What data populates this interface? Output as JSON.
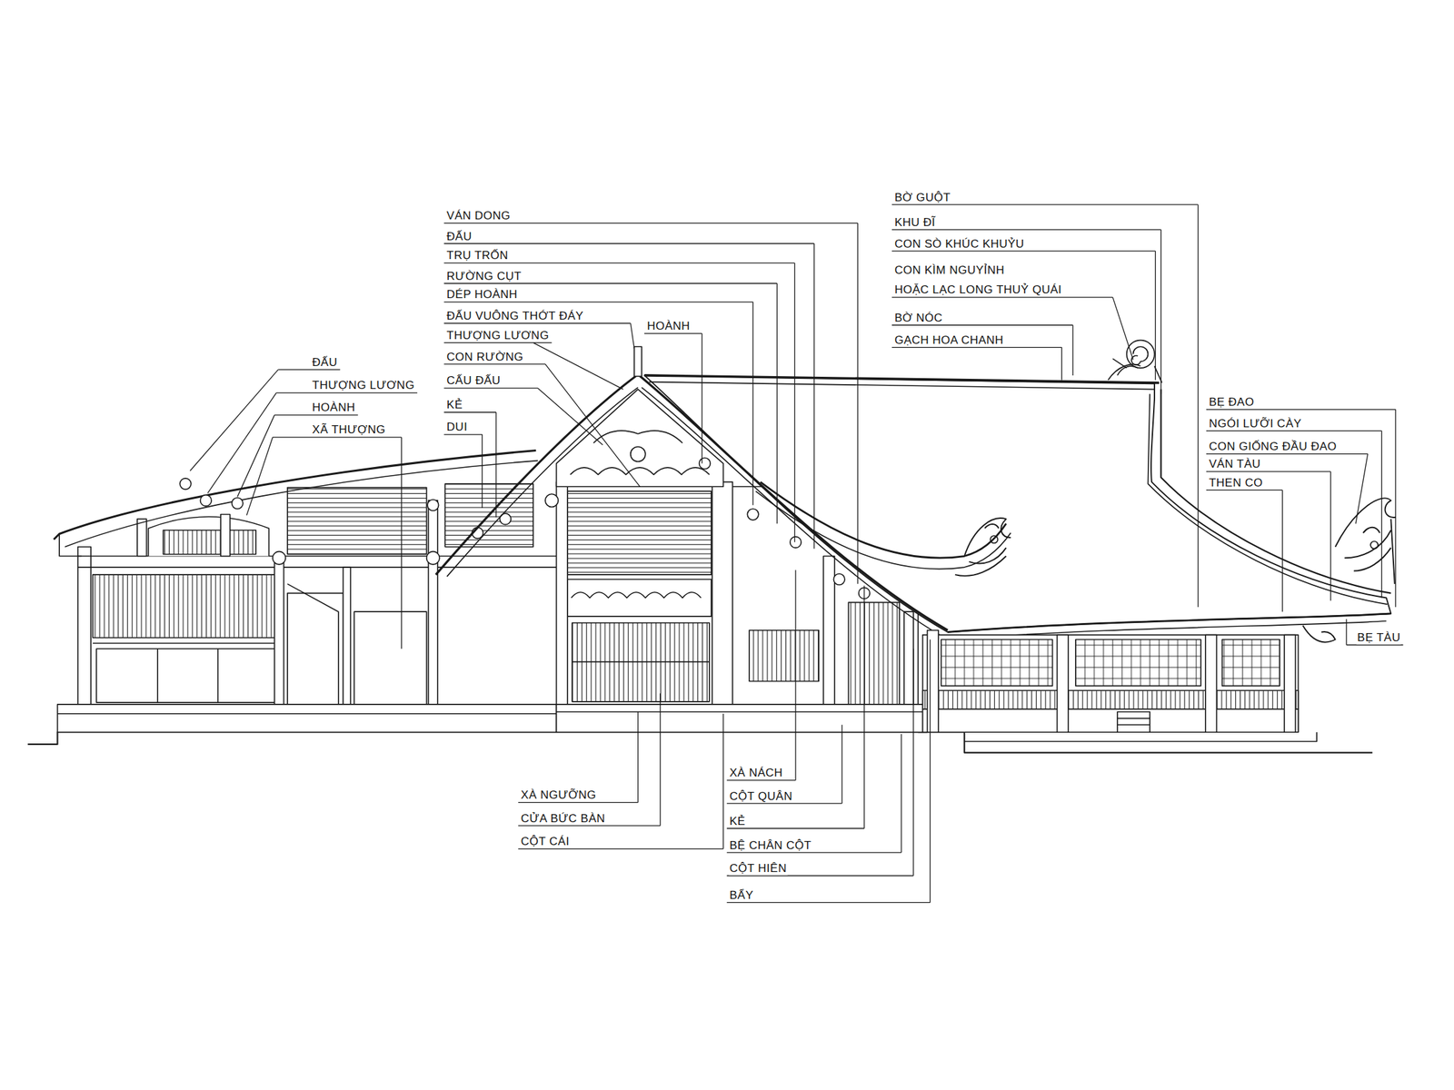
{
  "diagram": {
    "labels": [
      "VÁN DONG",
      "ĐẤU",
      "TRỤ TRỐN",
      "RƯỜNG CỤT",
      "DÉP HOÀNH",
      "ĐẤU VUÔNG THỚT ĐÁY",
      "THƯỢNG LƯƠNG",
      "CON RƯỜNG",
      "CẤU ĐẤU",
      "KẺ",
      "DUI",
      "HOÀNH",
      "ĐẤU",
      "THƯỢNG LƯƠNG",
      "HOÀNH",
      "XÃ THƯỢNG",
      "BỜ GUỘT",
      "KHU ĐĨ",
      "CON SÒ KHÚC KHUỶU",
      "CON KÌM NGUYỈNH",
      "HOẶC LẠC LONG THUỶ QUÁI",
      "BỜ NÓC",
      "GẠCH HOA CHANH",
      "BẸ ĐAO",
      "NGÓI LƯỠI CÀY",
      "CON GIỐNG ĐẦU ĐAO",
      "VÁN TÀU",
      "THEN CO",
      "BẸ TÀU",
      "XÀ NGƯỠNG",
      "CỬA BỨC BÀN",
      "CỘT CÁI",
      "XÀ NÁCH",
      "CỘT QUÂN",
      "KẺ",
      "BỆ CHÂN CỘT",
      "CỘT HIÊN",
      "BẨY"
    ]
  }
}
